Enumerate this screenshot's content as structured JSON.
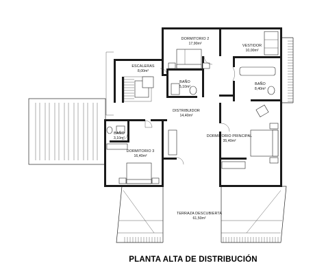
{
  "title": "PLANTA ALTA DE DISTRIBUCIÓN",
  "rooms": [
    {
      "id": "dormitorio-2",
      "name": "DORMITORIO 2",
      "area": "17,90m²"
    },
    {
      "id": "vestidor",
      "name": "VESTIDOR",
      "area": "10,00m²"
    },
    {
      "id": "escaleras",
      "name": "ESCALERAS",
      "area": "8,00m²"
    },
    {
      "id": "bano-1",
      "name": "BAÑO",
      "area": "5,10m²"
    },
    {
      "id": "bano-2",
      "name": "BAÑO",
      "area": "8,40m²"
    },
    {
      "id": "distribuidor",
      "name": "DISTRIBUIDOR",
      "area": "14,40m²"
    },
    {
      "id": "bano-3",
      "name": "BAÑO",
      "area": "3,10m²"
    },
    {
      "id": "dormitorio-principal",
      "name": "DORMITORIO PRINCIPAL",
      "area": "35,40m²"
    },
    {
      "id": "dormitorio-3",
      "name": "DORMITORIO 3",
      "area": "16,40m²"
    },
    {
      "id": "terraza-descubierta",
      "name": "TERRAZA DESCUBIERTA",
      "area": "61,50m²"
    }
  ]
}
